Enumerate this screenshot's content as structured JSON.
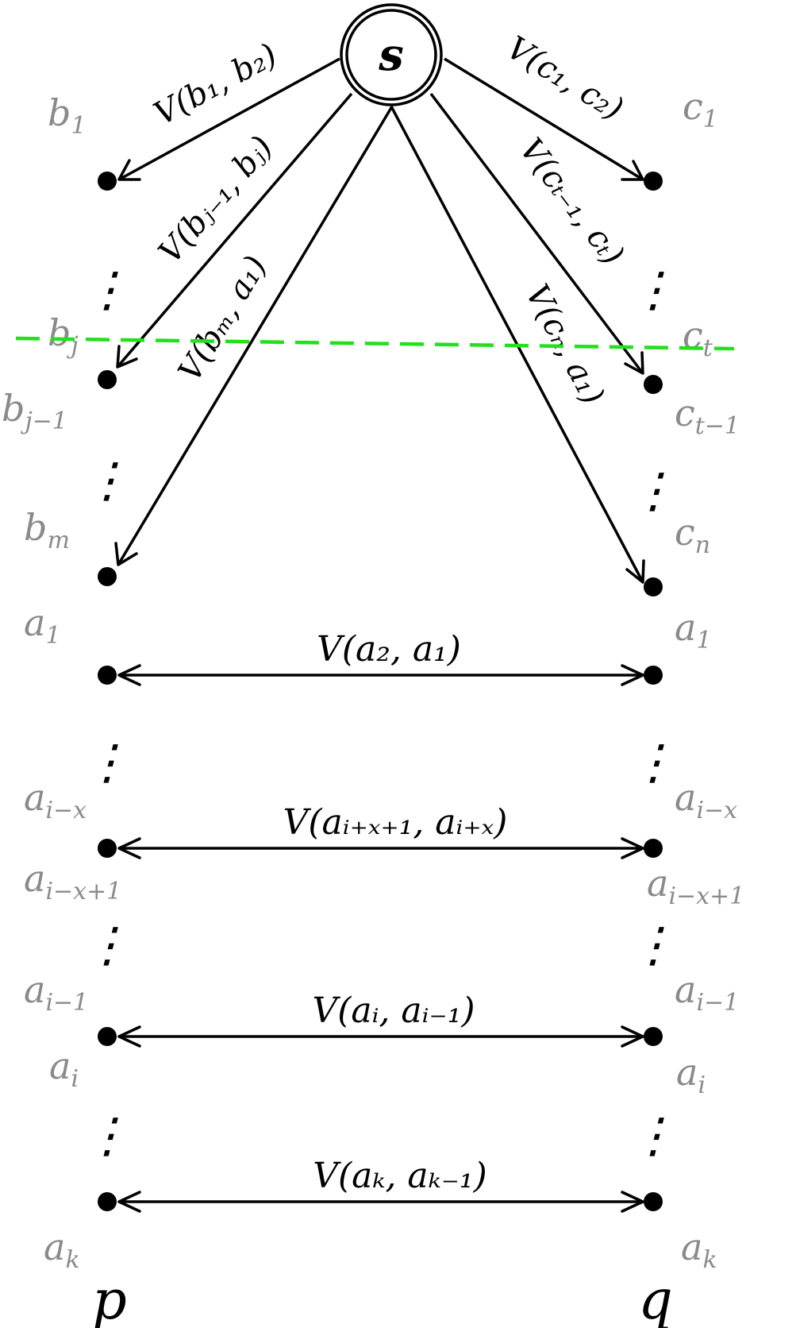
{
  "source": {
    "label": "s"
  },
  "columns": {
    "left": "p",
    "right": "q"
  },
  "nodes_left": [
    {
      "top": "b",
      "top_sub": "1",
      "bottom": "",
      "bottom_sub": ""
    },
    {
      "top": "b",
      "top_sub": "j",
      "bottom": "b",
      "bottom_sub": "j−1"
    },
    {
      "top": "b",
      "top_sub": "m",
      "bottom": "",
      "bottom_sub": ""
    },
    {
      "top": "a",
      "top_sub": "1",
      "bottom": "",
      "bottom_sub": ""
    },
    {
      "top": "a",
      "top_sub": "i−x",
      "bottom": "a",
      "bottom_sub": "i−x+1"
    },
    {
      "top": "a",
      "top_sub": "i−1",
      "bottom": "a",
      "bottom_sub": "i"
    },
    {
      "top": "",
      "top_sub": "",
      "bottom": "a",
      "bottom_sub": "k"
    }
  ],
  "nodes_right": [
    {
      "top": "c",
      "top_sub": "1",
      "bottom": "",
      "bottom_sub": ""
    },
    {
      "top": "c",
      "top_sub": "t",
      "bottom": "c",
      "bottom_sub": "t−1"
    },
    {
      "top": "c",
      "top_sub": "n",
      "bottom": "",
      "bottom_sub": ""
    },
    {
      "top": "a",
      "top_sub": "1",
      "bottom": "",
      "bottom_sub": ""
    },
    {
      "top": "a",
      "top_sub": "i−x",
      "bottom": "a",
      "bottom_sub": "i−x+1"
    },
    {
      "top": "a",
      "top_sub": "i−1",
      "bottom": "a",
      "bottom_sub": "i"
    },
    {
      "top": "",
      "top_sub": "",
      "bottom": "a",
      "bottom_sub": "k"
    }
  ],
  "source_edges": [
    {
      "label": "V(b₁, b₂)"
    },
    {
      "label": "V(bⱼ₋₁, bⱼ)"
    },
    {
      "label": "V(bₘ, a₁)"
    },
    {
      "label": "V(c₁, c₂)"
    },
    {
      "label": "V(cₜ₋₁, cₜ)"
    },
    {
      "label": "V(cₙ, a₁)"
    }
  ],
  "horizontal_edges": [
    {
      "label": "V(a₂, a₁)"
    },
    {
      "label": "V(aᵢ₊ₓ₊₁, aᵢ₊ₓ)"
    },
    {
      "label": "V(aᵢ, aᵢ₋₁)"
    },
    {
      "label": "V(aₖ, aₖ₋₁)"
    }
  ],
  "ellipsis": "⋮",
  "colors": {
    "cut_line": "#22e01a",
    "node_label": "#8a8a8a",
    "edge": "#000000"
  }
}
